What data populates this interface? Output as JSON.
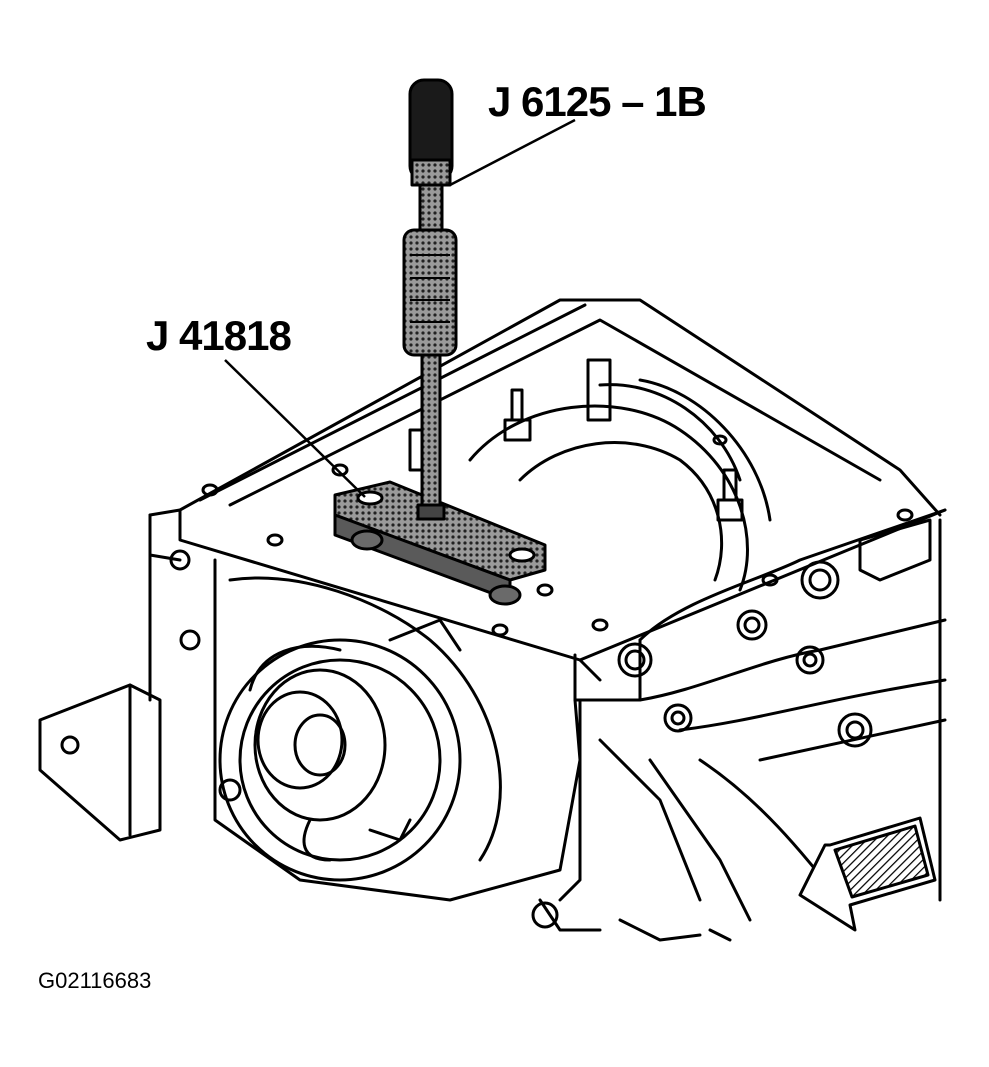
{
  "labels": {
    "slide_hammer": "J 6125 – 1B",
    "adapter": "J 41818"
  },
  "figure_id": "G02116683",
  "colors": {
    "ink": "#000000",
    "paper": "#ffffff",
    "tool_fill": "#7a7a7a"
  }
}
